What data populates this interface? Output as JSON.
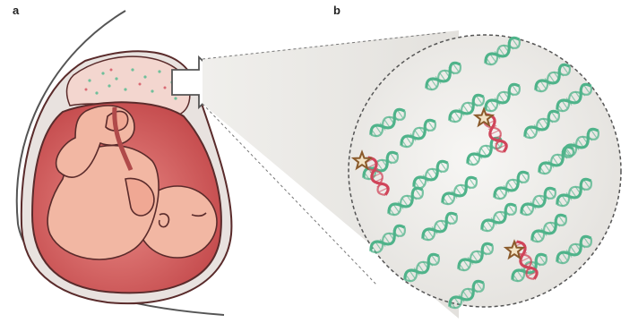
{
  "panels": {
    "a": {
      "label": "a"
    },
    "b": {
      "label": "b"
    }
  },
  "colors": {
    "uterus_wall": "#c0392b",
    "amniotic_sac": "#d9575a",
    "placenta": "#f3cfc9",
    "fetus_skin": "#f2b7a3",
    "fetus_outline": "#5a2b2b",
    "zoom_fill": "#ecebe8",
    "maternal_dna": "#4fb38a",
    "fetal_dna": "#d0455a",
    "marker_star": "#8a5a2b"
  },
  "icons": {
    "zoom_arrow": "arrow-right-icon",
    "marker": "star-icon"
  },
  "dna_fragments": {
    "maternal_count": 28,
    "fetal_count": 3
  }
}
